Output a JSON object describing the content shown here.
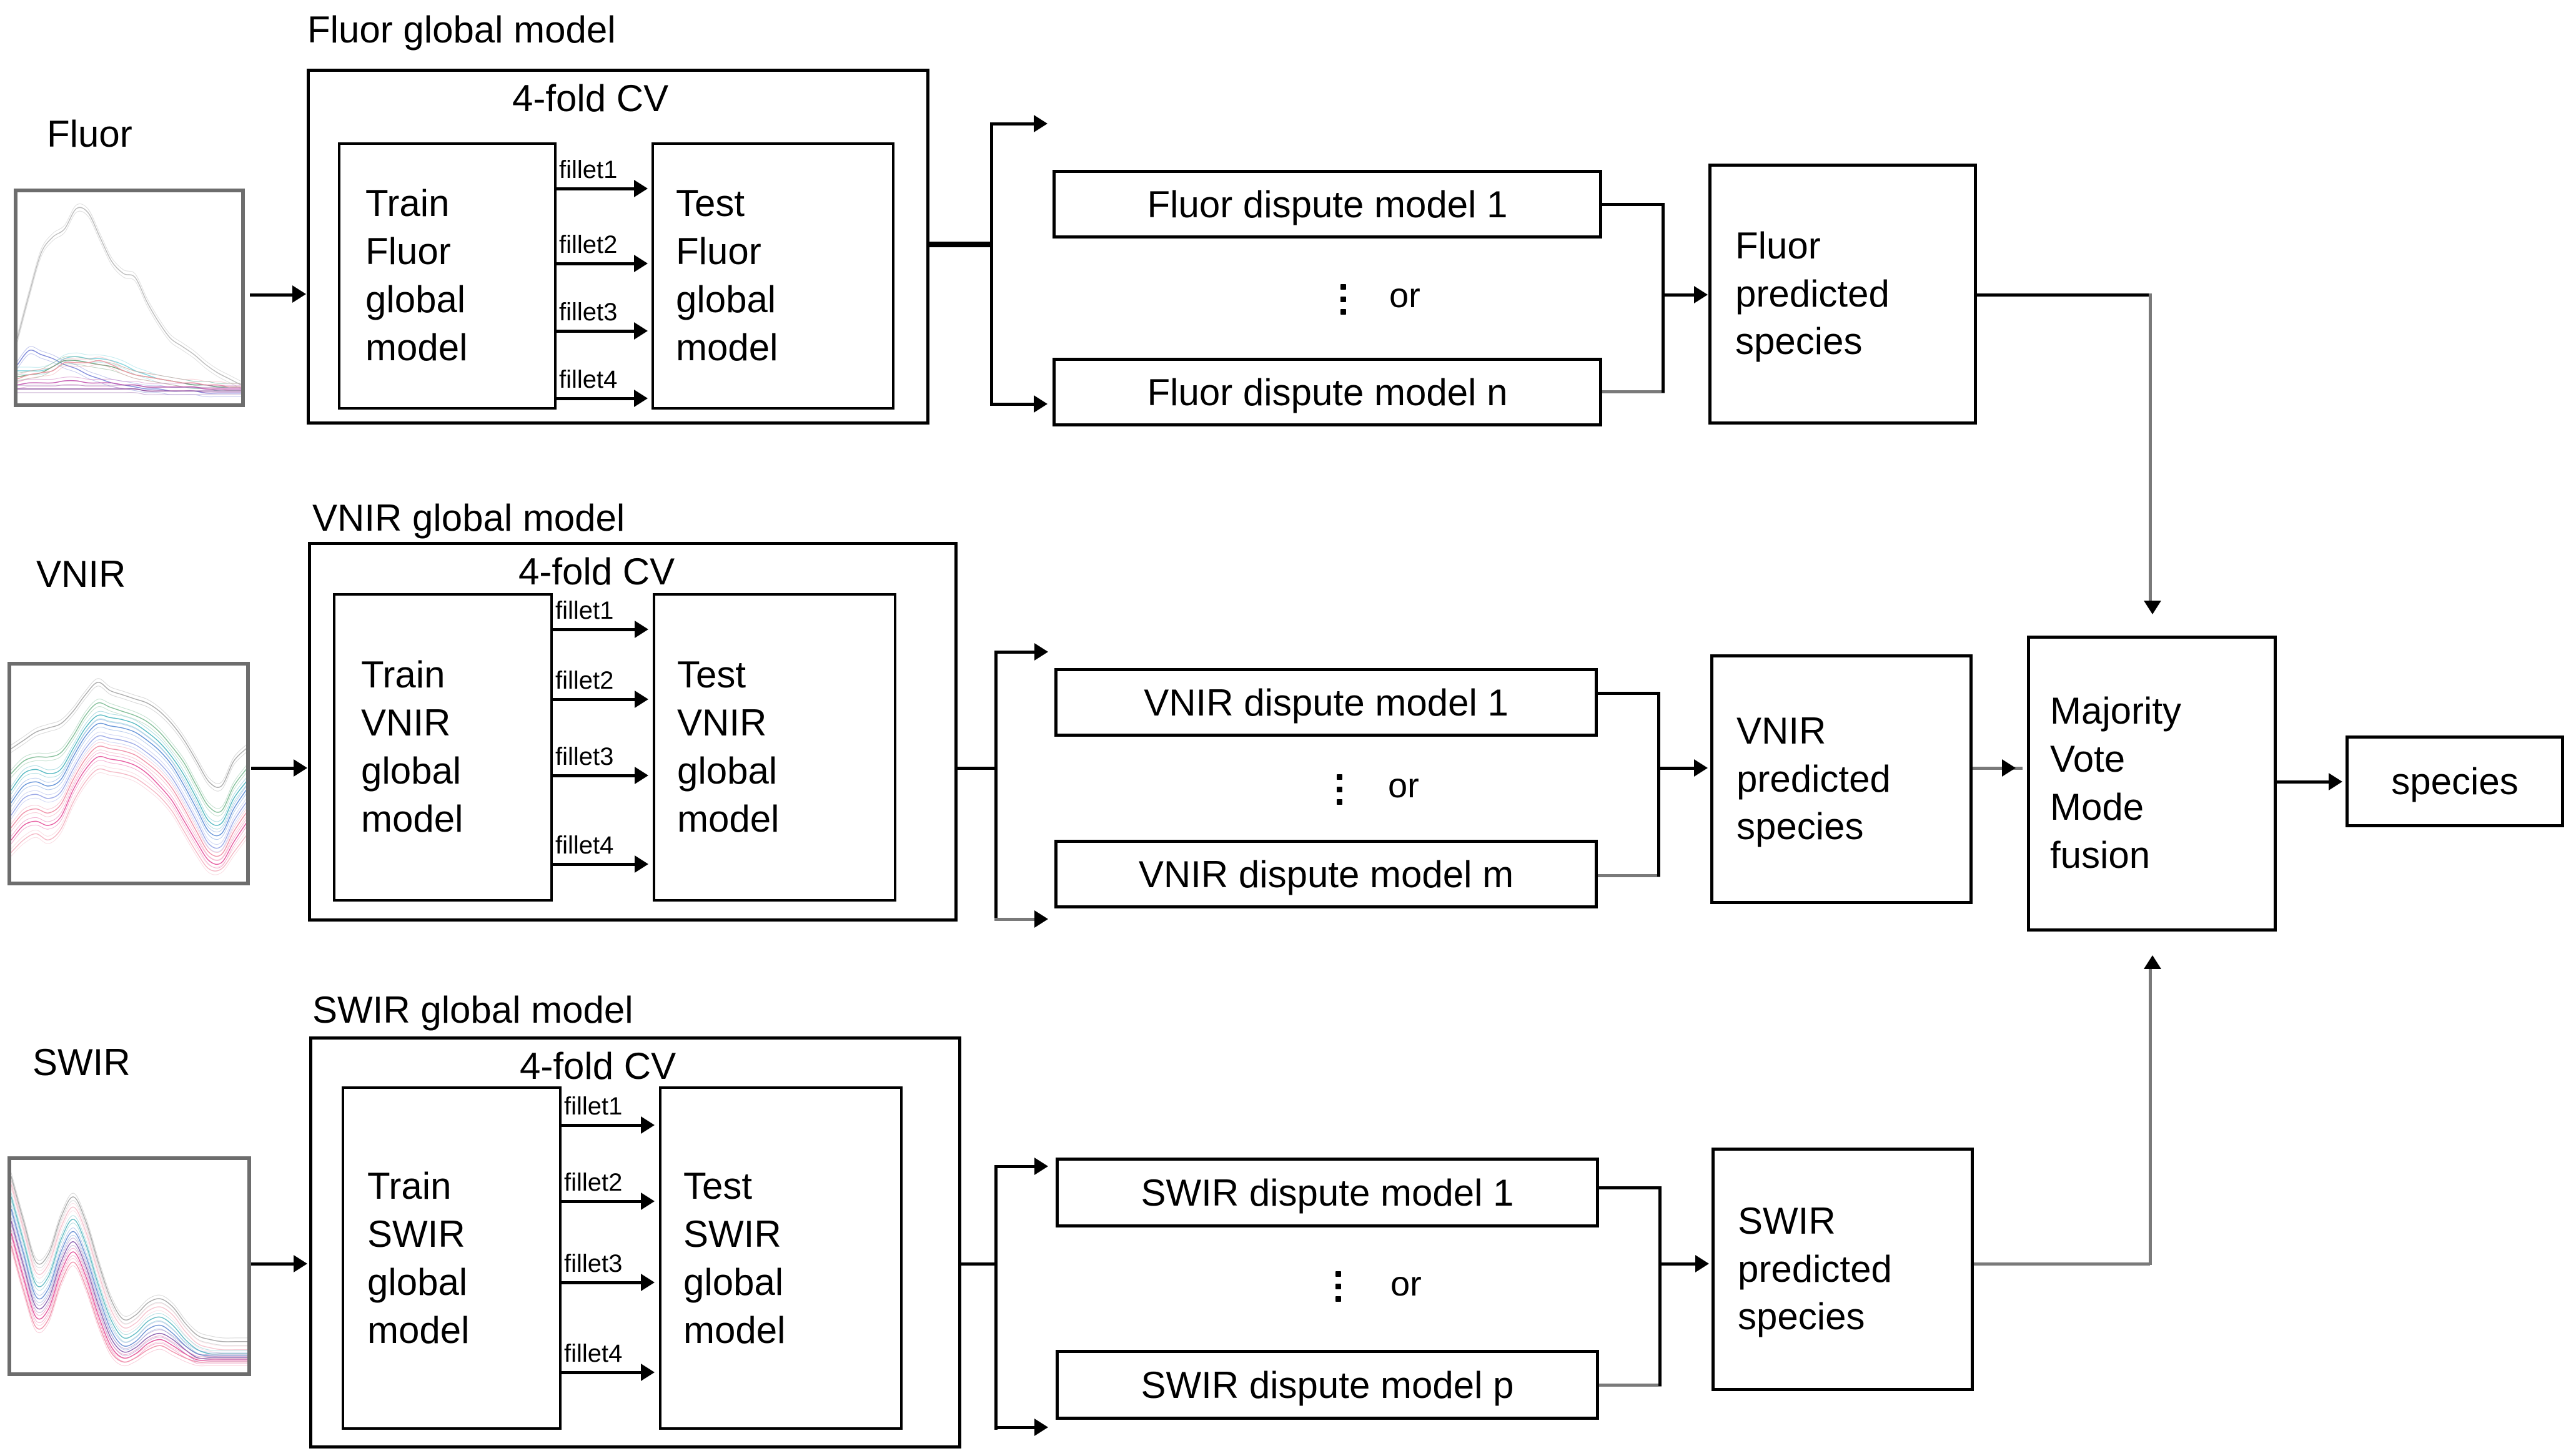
{
  "diagram": {
    "title": "Multi-sensor global model dispute-resolution and majority-vote fusion workflow",
    "modalities": [
      {
        "key": "fluor",
        "input_label": "Fluor",
        "global_model_title": "Fluor global model",
        "cv_title": "4-fold CV",
        "train_lines": [
          "Train",
          "Fluor",
          "global",
          "model"
        ],
        "test_lines": [
          "Test",
          "Fluor",
          "global",
          "model"
        ],
        "fold_labels": [
          "fillet1",
          "fillet2",
          "fillet3",
          "fillet4"
        ],
        "dispute_first": "Fluor dispute model 1",
        "dispute_last": "Fluor dispute model n",
        "or_label": "or",
        "predicted_lines": [
          "Fluor",
          "predicted",
          "species"
        ]
      },
      {
        "key": "vnir",
        "input_label": "VNIR",
        "global_model_title": "VNIR global model",
        "cv_title": "4-fold CV",
        "train_lines": [
          "Train",
          "VNIR",
          "global",
          "model"
        ],
        "test_lines": [
          "Test",
          "VNIR",
          "global",
          "model"
        ],
        "fold_labels": [
          "fillet1",
          "fillet2",
          "fillet3",
          "fillet4"
        ],
        "dispute_first": "VNIR dispute model 1",
        "dispute_last": "VNIR dispute model m",
        "or_label": "or",
        "predicted_lines": [
          "VNIR",
          "predicted",
          "species"
        ]
      },
      {
        "key": "swir",
        "input_label": "SWIR",
        "global_model_title": "SWIR global model",
        "cv_title": "4-fold CV",
        "train_lines": [
          "Train",
          "SWIR",
          "global",
          "model"
        ],
        "test_lines": [
          "Test",
          "SWIR",
          "global",
          "model"
        ],
        "fold_labels": [
          "fillet1",
          "fillet2",
          "fillet3",
          "fillet4"
        ],
        "dispute_first": "SWIR dispute model 1",
        "dispute_last": "SWIR dispute model p",
        "or_label": "or",
        "predicted_lines": [
          "SWIR",
          "predicted",
          "species"
        ]
      }
    ],
    "fusion": {
      "lines": [
        "Majority",
        "Vote",
        "Mode",
        "fusion"
      ]
    },
    "output": {
      "label": "species"
    },
    "colors": {
      "line": "#000000",
      "line_grey": "#7a7a7a",
      "thumb_border": "#6d6d6d",
      "background": "#ffffff"
    }
  },
  "chart_data": [
    {
      "type": "line",
      "name": "Fluor",
      "title": "Fluor",
      "xlabel": "",
      "ylabel": "",
      "grid": false,
      "legend": "none",
      "series": [
        {
          "name": "grey-dominant",
          "color": "#b9b9b9",
          "values": [
            0.3,
            0.52,
            0.72,
            0.8,
            0.84,
            0.94,
            0.92,
            0.8,
            0.68,
            0.62,
            0.6,
            0.48,
            0.38,
            0.3,
            0.26,
            0.22,
            0.17,
            0.13,
            0.1,
            0.07
          ]
        },
        {
          "name": "blue",
          "color": "#7b86d8",
          "values": [
            0.17,
            0.24,
            0.22,
            0.2,
            0.17,
            0.15,
            0.12,
            0.1,
            0.08,
            0.07,
            0.06,
            0.05,
            0.05,
            0.04,
            0.04,
            0.04,
            0.03,
            0.03,
            0.03,
            0.03
          ]
        },
        {
          "name": "teal",
          "color": "#7fd4dd",
          "values": [
            0.14,
            0.14,
            0.14,
            0.16,
            0.2,
            0.21,
            0.2,
            0.2,
            0.19,
            0.17,
            0.14,
            0.12,
            0.1,
            0.09,
            0.08,
            0.07,
            0.07,
            0.06,
            0.06,
            0.06
          ]
        },
        {
          "name": "green",
          "color": "#6f9e77",
          "values": [
            0.11,
            0.12,
            0.13,
            0.16,
            0.19,
            0.19,
            0.18,
            0.17,
            0.16,
            0.14,
            0.12,
            0.11,
            0.1,
            0.09,
            0.08,
            0.07,
            0.07,
            0.06,
            0.06,
            0.06
          ]
        },
        {
          "name": "pink",
          "color": "#ef9aa4",
          "values": [
            0.1,
            0.12,
            0.13,
            0.14,
            0.18,
            0.18,
            0.18,
            0.19,
            0.17,
            0.14,
            0.12,
            0.11,
            0.1,
            0.09,
            0.08,
            0.08,
            0.07,
            0.07,
            0.06,
            0.06
          ]
        },
        {
          "name": "magenta",
          "color": "#c45ab2",
          "values": [
            0.07,
            0.08,
            0.08,
            0.08,
            0.09,
            0.09,
            0.08,
            0.08,
            0.08,
            0.07,
            0.07,
            0.06,
            0.06,
            0.06,
            0.06,
            0.06,
            0.05,
            0.05,
            0.05,
            0.05
          ]
        },
        {
          "name": "purple",
          "color": "#8a4f9e",
          "values": [
            0.05,
            0.05,
            0.05,
            0.05,
            0.05,
            0.05,
            0.05,
            0.05,
            0.05,
            0.05,
            0.05,
            0.04,
            0.04,
            0.04,
            0.04,
            0.04,
            0.04,
            0.04,
            0.04,
            0.04
          ]
        }
      ]
    },
    {
      "type": "line",
      "name": "VNIR",
      "title": "VNIR",
      "xlabel": "",
      "ylabel": "",
      "grid": false,
      "legend": "none",
      "series": [
        {
          "name": "grey",
          "color": "#a8a8a8",
          "values": [
            0.62,
            0.66,
            0.7,
            0.72,
            0.74,
            0.8,
            0.88,
            0.94,
            0.9,
            0.88,
            0.86,
            0.84,
            0.8,
            0.74,
            0.66,
            0.56,
            0.46,
            0.44,
            0.56,
            0.62
          ]
        },
        {
          "name": "green",
          "color": "#7fbd96",
          "values": [
            0.5,
            0.56,
            0.58,
            0.58,
            0.6,
            0.68,
            0.78,
            0.84,
            0.82,
            0.8,
            0.78,
            0.75,
            0.7,
            0.63,
            0.55,
            0.44,
            0.34,
            0.32,
            0.44,
            0.52
          ]
        },
        {
          "name": "teal",
          "color": "#4fb6c0",
          "values": [
            0.42,
            0.5,
            0.52,
            0.5,
            0.52,
            0.62,
            0.72,
            0.78,
            0.77,
            0.76,
            0.74,
            0.7,
            0.65,
            0.58,
            0.49,
            0.38,
            0.27,
            0.26,
            0.38,
            0.46
          ]
        },
        {
          "name": "blue",
          "color": "#5f8fd6",
          "values": [
            0.36,
            0.44,
            0.46,
            0.44,
            0.47,
            0.58,
            0.68,
            0.74,
            0.73,
            0.72,
            0.7,
            0.66,
            0.61,
            0.54,
            0.44,
            0.33,
            0.22,
            0.21,
            0.33,
            0.42
          ]
        },
        {
          "name": "periwinkle",
          "color": "#9aa6e6",
          "values": [
            0.3,
            0.38,
            0.4,
            0.38,
            0.41,
            0.52,
            0.62,
            0.68,
            0.67,
            0.66,
            0.64,
            0.6,
            0.55,
            0.48,
            0.38,
            0.27,
            0.16,
            0.15,
            0.27,
            0.36
          ]
        },
        {
          "name": "pink",
          "color": "#ef8fa6",
          "values": [
            0.24,
            0.31,
            0.33,
            0.31,
            0.35,
            0.47,
            0.57,
            0.63,
            0.62,
            0.61,
            0.59,
            0.55,
            0.5,
            0.43,
            0.33,
            0.22,
            0.12,
            0.11,
            0.22,
            0.31
          ]
        },
        {
          "name": "magenta",
          "color": "#e5539c",
          "values": [
            0.18,
            0.25,
            0.27,
            0.25,
            0.29,
            0.42,
            0.52,
            0.58,
            0.57,
            0.56,
            0.54,
            0.5,
            0.44,
            0.37,
            0.27,
            0.17,
            0.08,
            0.07,
            0.17,
            0.26
          ]
        },
        {
          "name": "rose",
          "color": "#f3b5c3",
          "values": [
            0.12,
            0.18,
            0.21,
            0.18,
            0.23,
            0.36,
            0.46,
            0.52,
            0.51,
            0.5,
            0.48,
            0.44,
            0.39,
            0.32,
            0.22,
            0.12,
            0.04,
            0.04,
            0.12,
            0.2
          ]
        }
      ]
    },
    {
      "type": "line",
      "name": "SWIR",
      "title": "SWIR",
      "xlabel": "",
      "ylabel": "",
      "grid": false,
      "legend": "none",
      "series": [
        {
          "name": "grey",
          "color": "#a8a8a8",
          "values": [
            0.94,
            0.72,
            0.52,
            0.56,
            0.74,
            0.84,
            0.72,
            0.52,
            0.34,
            0.24,
            0.26,
            0.32,
            0.34,
            0.3,
            0.22,
            0.16,
            0.14,
            0.13,
            0.13,
            0.13
          ]
        },
        {
          "name": "pinkpale",
          "color": "#f5c2cd",
          "values": [
            0.9,
            0.68,
            0.47,
            0.51,
            0.69,
            0.79,
            0.67,
            0.47,
            0.29,
            0.2,
            0.22,
            0.28,
            0.3,
            0.26,
            0.18,
            0.12,
            0.1,
            0.09,
            0.09,
            0.09
          ]
        },
        {
          "name": "teal",
          "color": "#5fb9c2",
          "values": [
            0.84,
            0.62,
            0.41,
            0.45,
            0.63,
            0.73,
            0.61,
            0.41,
            0.24,
            0.15,
            0.17,
            0.23,
            0.25,
            0.21,
            0.14,
            0.09,
            0.07,
            0.07,
            0.07,
            0.07
          ]
        },
        {
          "name": "blue",
          "color": "#6a8fd2",
          "values": [
            0.78,
            0.56,
            0.35,
            0.39,
            0.57,
            0.67,
            0.55,
            0.36,
            0.19,
            0.11,
            0.13,
            0.19,
            0.21,
            0.17,
            0.11,
            0.07,
            0.06,
            0.06,
            0.06,
            0.06
          ]
        },
        {
          "name": "purple",
          "color": "#8a5fae",
          "values": [
            0.72,
            0.5,
            0.3,
            0.34,
            0.52,
            0.62,
            0.5,
            0.31,
            0.15,
            0.08,
            0.1,
            0.15,
            0.17,
            0.14,
            0.09,
            0.05,
            0.05,
            0.05,
            0.05,
            0.05
          ]
        },
        {
          "name": "magenta",
          "color": "#e2519a",
          "values": [
            0.66,
            0.44,
            0.25,
            0.29,
            0.47,
            0.57,
            0.45,
            0.26,
            0.11,
            0.05,
            0.07,
            0.12,
            0.14,
            0.11,
            0.07,
            0.04,
            0.04,
            0.04,
            0.04,
            0.04
          ]
        },
        {
          "name": "rose",
          "color": "#f090ab",
          "values": [
            0.6,
            0.38,
            0.2,
            0.24,
            0.42,
            0.52,
            0.4,
            0.22,
            0.08,
            0.03,
            0.05,
            0.09,
            0.11,
            0.08,
            0.05,
            0.03,
            0.03,
            0.03,
            0.03,
            0.03
          ]
        }
      ]
    }
  ]
}
